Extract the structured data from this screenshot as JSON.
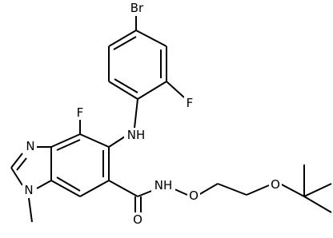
{
  "molecule": {
    "atom_labels": {
      "br": "Br",
      "f_aryl": "F",
      "f_core": "F",
      "nh_amine": "NH",
      "n_imidazole": "N",
      "n_methyl": "N",
      "nh_amide": "NH",
      "o_amide_link": "O",
      "o_ether": "O",
      "o_carbonyl": "O"
    }
  },
  "colors": {
    "bond": "#000000",
    "background": "#ffffff"
  }
}
